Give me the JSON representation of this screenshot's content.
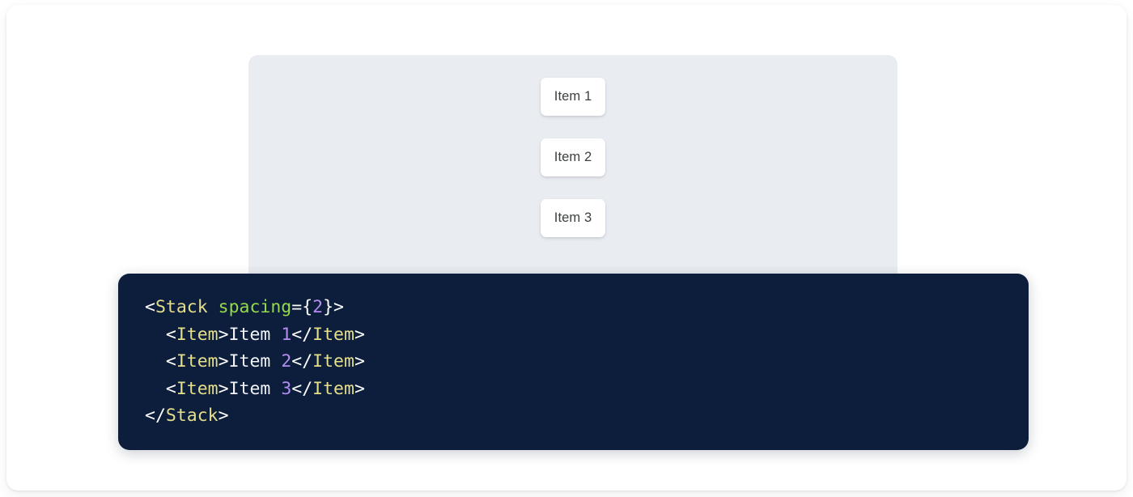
{
  "preview": {
    "panel_name": "component-preview-panel",
    "background_color": "#e9ecf1",
    "stack": {
      "direction": "vertical",
      "spacing": 2,
      "items": [
        {
          "label": "Item 1"
        },
        {
          "label": "Item 2"
        },
        {
          "label": "Item 3"
        }
      ]
    }
  },
  "code_block": {
    "name": "jsx-code-snippet",
    "background_color": "#0c1e3c",
    "language": "jsx",
    "colors": {
      "tag": "#e5de8a",
      "attribute": "#96d94b",
      "number": "#b48cf2",
      "punctuation": "#ffffff",
      "text": "#f2f4f8"
    },
    "lines": [
      {
        "indent": "",
        "tokens": [
          {
            "t": "punc",
            "v": "<"
          },
          {
            "t": "tag",
            "v": "Stack"
          },
          {
            "t": "punc",
            "v": " "
          },
          {
            "t": "attr",
            "v": "spacing"
          },
          {
            "t": "punc",
            "v": "={"
          },
          {
            "t": "num",
            "v": "2"
          },
          {
            "t": "punc",
            "v": "}>"
          }
        ]
      },
      {
        "indent": "  ",
        "tokens": [
          {
            "t": "punc",
            "v": "<"
          },
          {
            "t": "tag",
            "v": "Item"
          },
          {
            "t": "punc",
            "v": ">"
          },
          {
            "t": "text",
            "v": "Item "
          },
          {
            "t": "num",
            "v": "1"
          },
          {
            "t": "punc",
            "v": "</"
          },
          {
            "t": "tag",
            "v": "Item"
          },
          {
            "t": "punc",
            "v": ">"
          }
        ]
      },
      {
        "indent": "  ",
        "tokens": [
          {
            "t": "punc",
            "v": "<"
          },
          {
            "t": "tag",
            "v": "Item"
          },
          {
            "t": "punc",
            "v": ">"
          },
          {
            "t": "text",
            "v": "Item "
          },
          {
            "t": "num",
            "v": "2"
          },
          {
            "t": "punc",
            "v": "</"
          },
          {
            "t": "tag",
            "v": "Item"
          },
          {
            "t": "punc",
            "v": ">"
          }
        ]
      },
      {
        "indent": "  ",
        "tokens": [
          {
            "t": "punc",
            "v": "<"
          },
          {
            "t": "tag",
            "v": "Item"
          },
          {
            "t": "punc",
            "v": ">"
          },
          {
            "t": "text",
            "v": "Item "
          },
          {
            "t": "num",
            "v": "3"
          },
          {
            "t": "punc",
            "v": "</"
          },
          {
            "t": "tag",
            "v": "Item"
          },
          {
            "t": "punc",
            "v": ">"
          }
        ]
      },
      {
        "indent": "",
        "tokens": [
          {
            "t": "punc",
            "v": "</"
          },
          {
            "t": "tag",
            "v": "Stack"
          },
          {
            "t": "punc",
            "v": ">"
          }
        ]
      }
    ]
  }
}
